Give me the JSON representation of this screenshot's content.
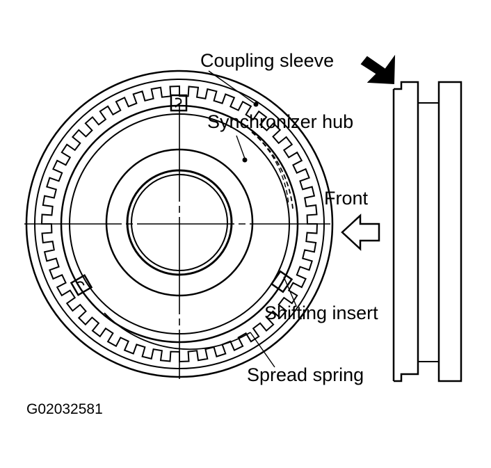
{
  "labels": {
    "coupling_sleeve": "Coupling sleeve",
    "synchronizer_hub": "Synchronizer hub",
    "front": "Front",
    "shifting_insert": "Shifting insert",
    "spread_spring": "Spread spring"
  },
  "figure_id": "G02032581",
  "colors": {
    "ink": "#000000",
    "paper": "#ffffff"
  }
}
